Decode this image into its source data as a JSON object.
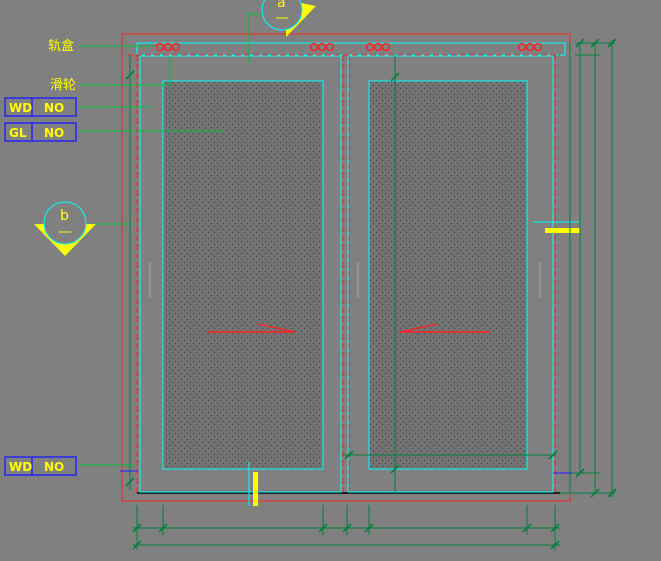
{
  "labels": {
    "track_box": "轨盒",
    "pulley": "滑轮"
  },
  "tags": [
    {
      "key": "WD",
      "value": "NO"
    },
    {
      "key": "GL",
      "value": "NO"
    },
    {
      "key": "WD",
      "value": "NO"
    }
  ],
  "section_marks": [
    {
      "letter": "a",
      "dash": "—"
    },
    {
      "letter": "b",
      "dash": "—"
    }
  ],
  "colors": {
    "background": "#808080",
    "frame_red": "#ff2020",
    "panel_cyan": "#00ffff",
    "dimension_green": "#007f3f",
    "annotation_yellow": "#ffff00",
    "tag_border_blue": "#2020ff",
    "glass_fill": "#737373"
  }
}
